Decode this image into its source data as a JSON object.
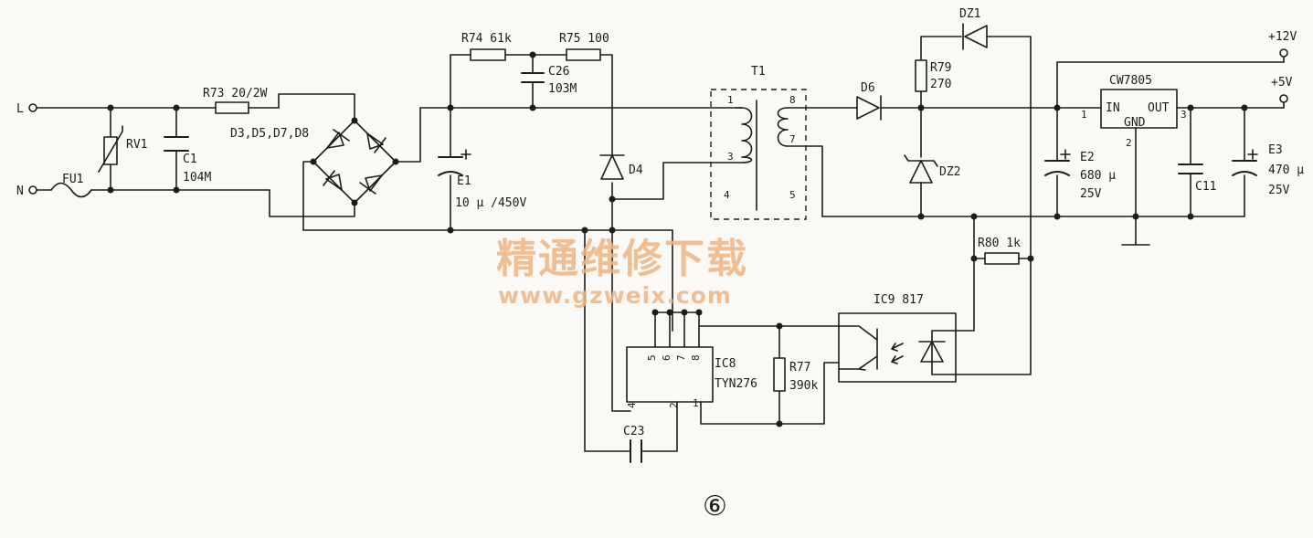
{
  "labels": {
    "L": "L",
    "N": "N",
    "FU1": "FU1",
    "RV1": "RV1",
    "C1": "C1",
    "C1_val": "104M",
    "R73": "R73  20/2W",
    "bridge": "D3,D5,D7,D8",
    "E1": "E1",
    "E1_val": "10 μ /450V",
    "R74": "R74  61k",
    "R75": "R75  100",
    "C26": "C26",
    "C26_val": "103M",
    "D4": "D4",
    "T1": "T1",
    "T1_p1": "1",
    "T1_p3": "3",
    "T1_p4": "4",
    "T1_p8": "8",
    "T1_p7": "7",
    "T1_p5": "5",
    "D6": "D6",
    "DZ1": "DZ1",
    "R79": "R79",
    "R79_val": "270",
    "DZ2": "DZ2",
    "plus12": "+12V",
    "plus5": "+5V",
    "CW": "CW7805",
    "IN": "IN",
    "OUT": "OUT",
    "GND": "GND",
    "cw_p1": "1",
    "cw_p2": "2",
    "cw_p3": "3",
    "E2": "E2",
    "E2_val1": "680 μ",
    "E2_val2": "25V",
    "C11": "C11",
    "E3": "E3",
    "E3_val1": "470 μ",
    "E3_val2": "25V",
    "R80": "R80  1k",
    "IC9": "IC9  817",
    "IC8": "IC8",
    "IC8_part": "TYN276",
    "ic8_p5": "5",
    "ic8_p6": "6",
    "ic8_p7": "7",
    "ic8_p8": "8",
    "ic8_p4": "4",
    "ic8_p2": "2",
    "ic8_p1": "1",
    "R77": "R77",
    "R77_val": "390k",
    "C23": "C23",
    "fig_no": "⑥"
  },
  "watermark": {
    "title": "精通维修下载",
    "url": "www.gzweix.com",
    "color": "#f0b483"
  }
}
